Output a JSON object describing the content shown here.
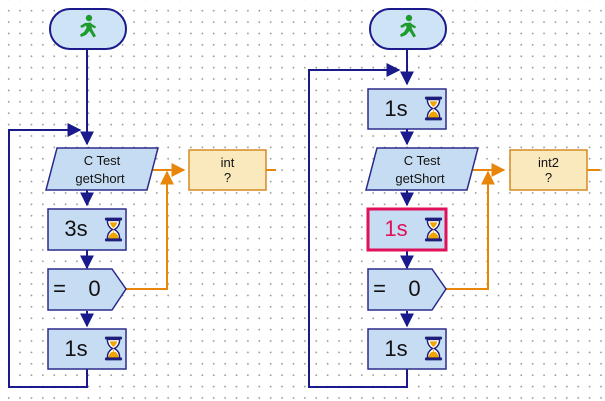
{
  "colors": {
    "flow_line": "#1a1a8c",
    "data_line": "#e8860c",
    "start_fill": "#cfe3f6",
    "start_border": "#1a1a8c",
    "block_fill": "#c6dcf2",
    "block_border": "#2b2b8c",
    "var_fill": "#fbe9be",
    "var_border": "#d78a22",
    "active_border": "#e0105a",
    "hourglass_frame": "#1f1f7a",
    "hourglass_sand": "#f0a500",
    "walker": "#1f9b2e"
  },
  "icons": {
    "start": "walking-man-icon",
    "wait": "hourglass-icon"
  },
  "left": {
    "wait1": "3s",
    "wait2": "1s",
    "sensor_line1": "C Test",
    "sensor_line2": "getShort",
    "compare_op": "=",
    "compare_value": "0",
    "var_name": "int",
    "var_value": "?"
  },
  "right": {
    "wait0": "1s",
    "wait1": "1s",
    "wait2": "1s",
    "sensor_line1": "C Test",
    "sensor_line2": "getShort",
    "compare_op": "=",
    "compare_value": "0",
    "var_name": "int2",
    "var_value": "?"
  }
}
